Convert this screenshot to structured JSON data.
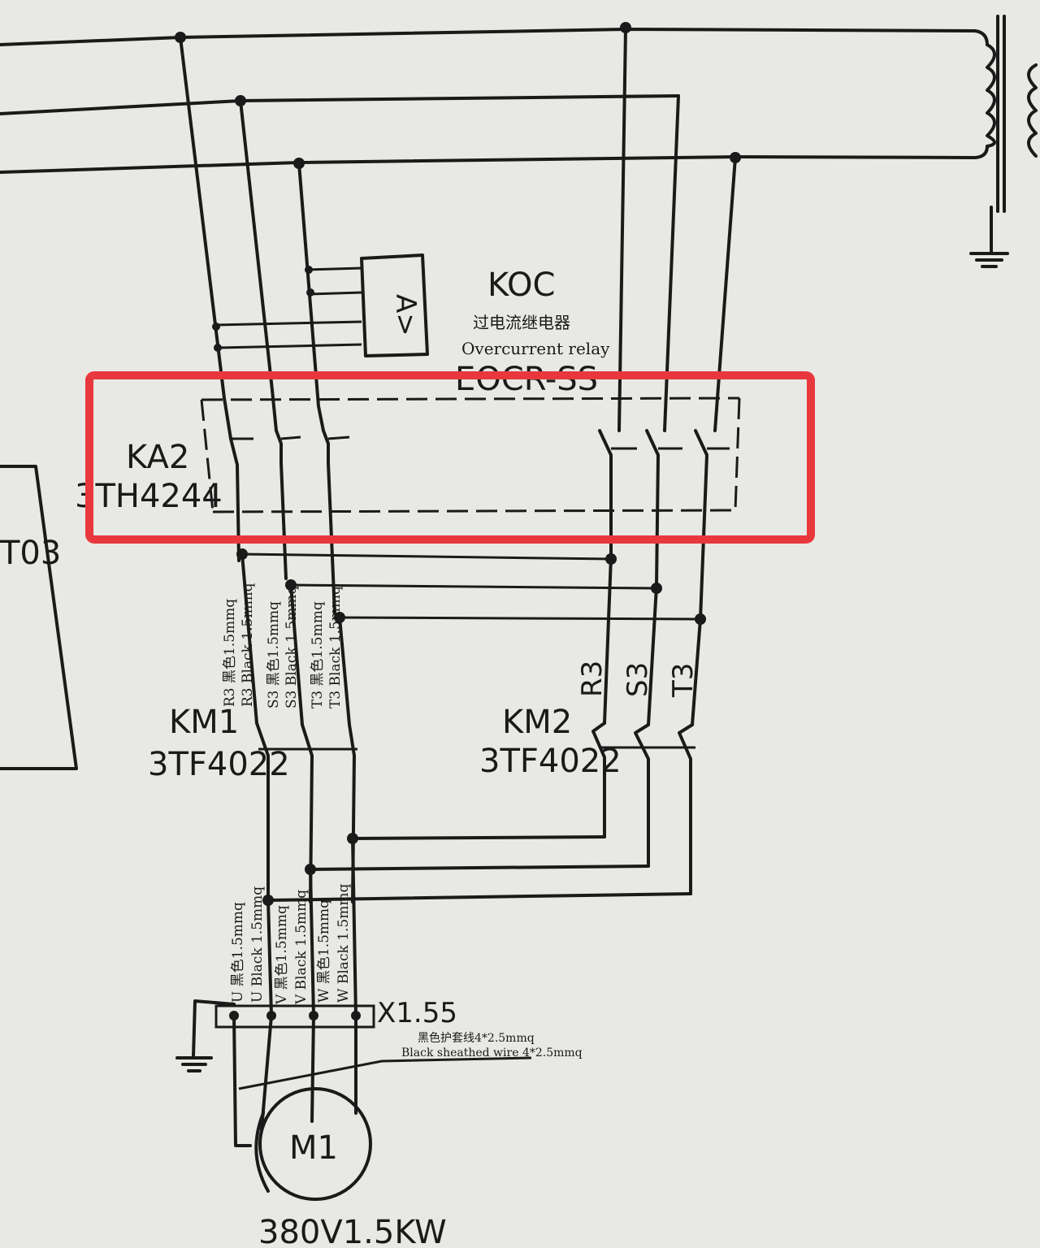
{
  "labels": {
    "koc": "KOC",
    "koc_cn": "过电流继电器",
    "koc_en": "Overcurrent relay",
    "koc_model": "EOCR-SS",
    "ammeter": "A>",
    "ka2": "KA2",
    "ka2_model": "3TH4244",
    "left_box": "T03",
    "km1": "KM1",
    "km1_model": "3TF4022",
    "km2": "KM2",
    "km2_model": "3TF4022",
    "terminal": "X1.55",
    "sheath_cn": "黑色护套线4*2.5mmq",
    "sheath_en": "Black sheathed wire 4*2.5mmq",
    "motor": "M1",
    "motor_rating": "380V1.5KW",
    "r3": "R3",
    "s3": "S3",
    "t3": "T3"
  },
  "wires_upper": [
    {
      "a": "R3  黑色1.5mmq",
      "b": "R3 Black 1.5mmq"
    },
    {
      "a": "S3  黑色1.5mmq",
      "b": "S3 Black 1.5mmq"
    },
    {
      "a": "T3  黑色1.5mmq",
      "b": "T3 Black 1.5mmq"
    }
  ],
  "wires_lower": [
    {
      "a": "U  黑色1.5mmq",
      "b": "U Black 1.5mmq"
    },
    {
      "a": "V  黑色1.5mmq",
      "b": "V Black 1.5mmq"
    },
    {
      "a": "W  黑色1.5mmq",
      "b": "W Black 1.5mmq"
    }
  ],
  "colors": {
    "highlight": "#e8383d",
    "ink": "#1a1a1a",
    "paper": "#e8e8e4"
  }
}
